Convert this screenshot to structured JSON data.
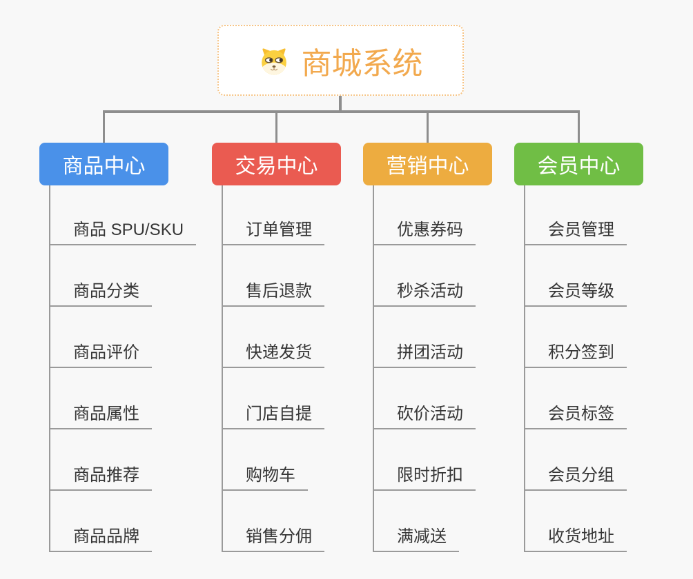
{
  "canvas": {
    "bg": "#f8f8f8",
    "connector_color": "#8e8e8e",
    "leaf_line_color": "#9a9a9a"
  },
  "root": {
    "title": "商城系统",
    "icon": "dog-face-icon",
    "text_color": "#f2a94e",
    "border_color": "#f6c486"
  },
  "branches": [
    {
      "label": "商品中心",
      "color": "#4a91e9",
      "items": [
        "商品 SPU/SKU",
        "商品分类",
        "商品评价",
        "商品属性",
        "商品推荐",
        "商品品牌"
      ]
    },
    {
      "label": "交易中心",
      "color": "#ea5b51",
      "items": [
        "订单管理",
        "售后退款",
        "快递发货",
        "门店自提",
        "购物车",
        "销售分佣"
      ]
    },
    {
      "label": "营销中心",
      "color": "#edac40",
      "items": [
        "优惠券码",
        "秒杀活动",
        "拼团活动",
        "砍价活动",
        "限时折扣",
        "满减送"
      ]
    },
    {
      "label": "会员中心",
      "color": "#70be45",
      "items": [
        "会员管理",
        "会员等级",
        "积分签到",
        "会员标签",
        "会员分组",
        "收货地址"
      ]
    }
  ]
}
